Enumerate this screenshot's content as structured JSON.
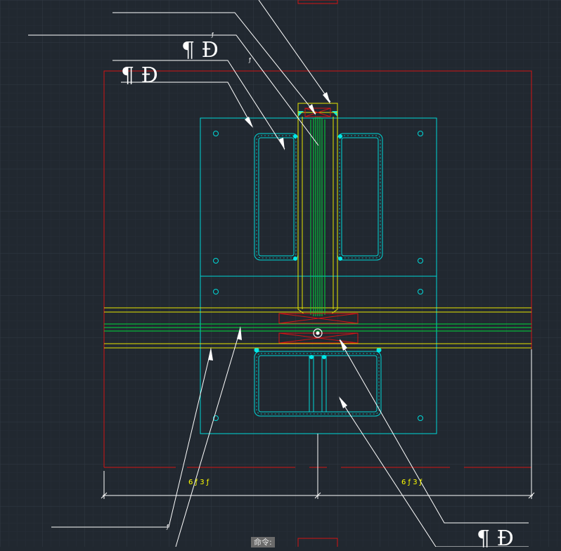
{
  "labels": {
    "callout_1": "¶ Ð",
    "callout_2": "¶ Ð",
    "callout_3": "¶ Ð",
    "callout_1_tick": "ƒ",
    "callout_2_tick": "ƒ",
    "leader_tick": "ƒ",
    "dim_left": "6 ƒ 3 ƒ",
    "dim_right": "6 ƒ 3 ƒ"
  },
  "command_line": {
    "prompt": "命令:"
  },
  "colors": {
    "background": "#212830",
    "grid": "#2b333c",
    "outline_red": "#d21414",
    "plate_cyan": "#00d8d8",
    "web_yellow": "#e6e600",
    "flange_green": "#00dc3c",
    "leader_white": "#ffffff",
    "dimension_yellow": "#ffff00"
  }
}
